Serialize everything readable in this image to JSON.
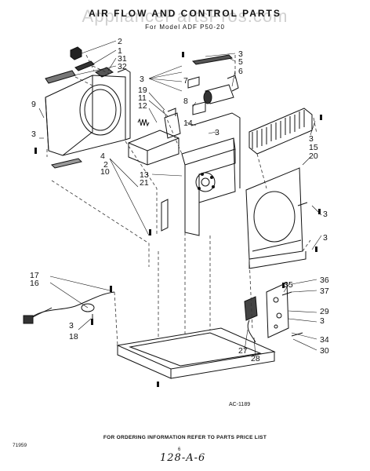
{
  "title": "AIR FLOW AND CONTROL PARTS",
  "watermark": "AppliancePartsPros.com",
  "model": "For Model ADF P50-20",
  "labels": {
    "l2": "2",
    "l1": "1",
    "l31": "31",
    "l32": "32",
    "l3a": "3",
    "l5": "5",
    "l6": "6",
    "l3b": "3",
    "l7": "7",
    "l19": "19",
    "l11": "11",
    "l12": "12",
    "l8": "8",
    "l9": "9",
    "l3c": "3",
    "l14": "14",
    "l3d": "3",
    "l3e": "3",
    "l15": "15",
    "l20": "20",
    "l4": "4",
    "l2b": "2",
    "l10": "10",
    "l13": "13",
    "l21": "21",
    "l3f": "3",
    "l3g": "3",
    "l17": "17",
    "l16": "16",
    "l3h": "3",
    "l18": "18",
    "l35": "35",
    "l36": "36",
    "l37": "37",
    "l29": "29",
    "l3i": "3",
    "l34": "34",
    "l30": "30",
    "l27": "27",
    "l28": "28"
  },
  "code": "AC-1189",
  "footer": "FOR ORDERING INFORMATION REFER TO PARTS PRICE LIST",
  "doc_number": "71959",
  "page_small": "6",
  "handwritten": "128-A-6"
}
